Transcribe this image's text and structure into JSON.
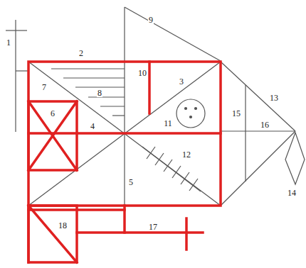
{
  "diagram": {
    "labels": [
      "1",
      "2",
      "9",
      "10",
      "3",
      "7",
      "8",
      "11",
      "4",
      "6",
      "15",
      "16",
      "13",
      "12",
      "5",
      "14",
      "18",
      "17"
    ]
  }
}
